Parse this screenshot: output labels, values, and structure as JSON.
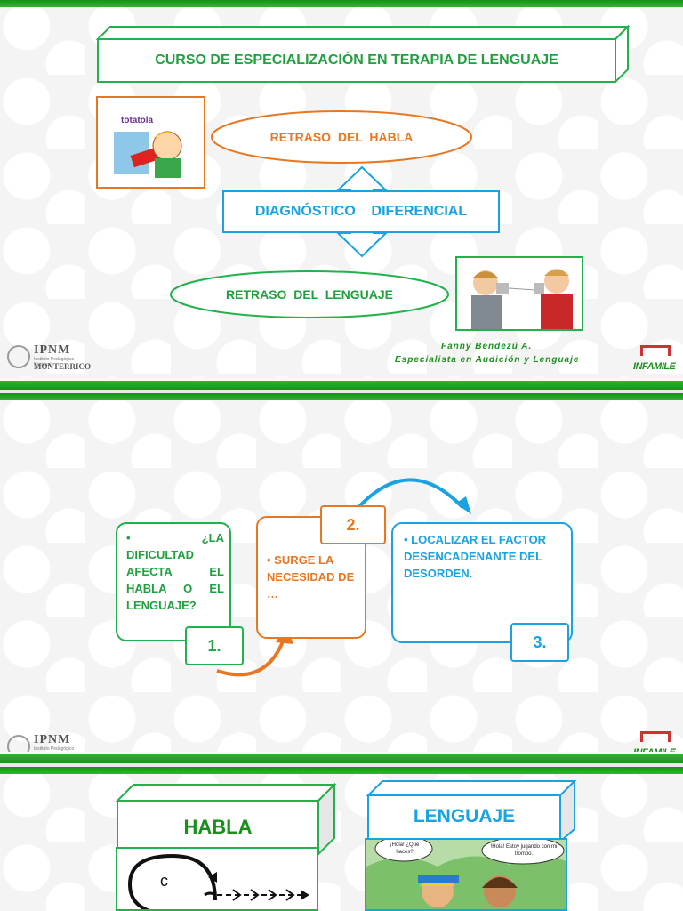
{
  "slide1": {
    "title": "CURSO DE ESPECIALIZACIÓN EN TERAPIA DE LENGUAJE",
    "image_caption": "totatola",
    "top_ellipse": "RETRASO  DEL  HABLA",
    "center_box": "DIAGNÓSTICO    DIFERENCIAL",
    "bottom_ellipse": "RETRASO  DEL  LENGUAJE",
    "author": "Fanny Bendezú A.",
    "author_role": "Especialista en Audición y Lenguaje"
  },
  "slide2": {
    "box1_text": "• ¿LA DIFICULTAD AFECTA EL HABLA O EL LENGUAJE?",
    "box1_num": "1.",
    "box2_text": "• SURGE LA NECESIDAD DE …",
    "box2_num": "2.",
    "box3_text": "• LOCALIZAR EL FACTOR DESENCADENANTE DEL DESORDEN.",
    "box3_num": "3."
  },
  "slide3": {
    "left_box": "HABLA",
    "right_box": "LENGUAJE",
    "speech_left": "¡Hola! ¿Qué haces?",
    "speech_right": "!Hola! Estoy jugando con mi trompo."
  },
  "logos": {
    "ipnm_abbr": "IPNM",
    "ipnm_subtitle": "Instituto Pedagógico Nacional",
    "ipnm_place": "MONTERRICO",
    "infamile": "INFAMILE"
  },
  "colors": {
    "green": "#22b14c",
    "orange": "#e87722",
    "blue": "#1aa3e0",
    "dark_green": "#1b8f1b"
  }
}
